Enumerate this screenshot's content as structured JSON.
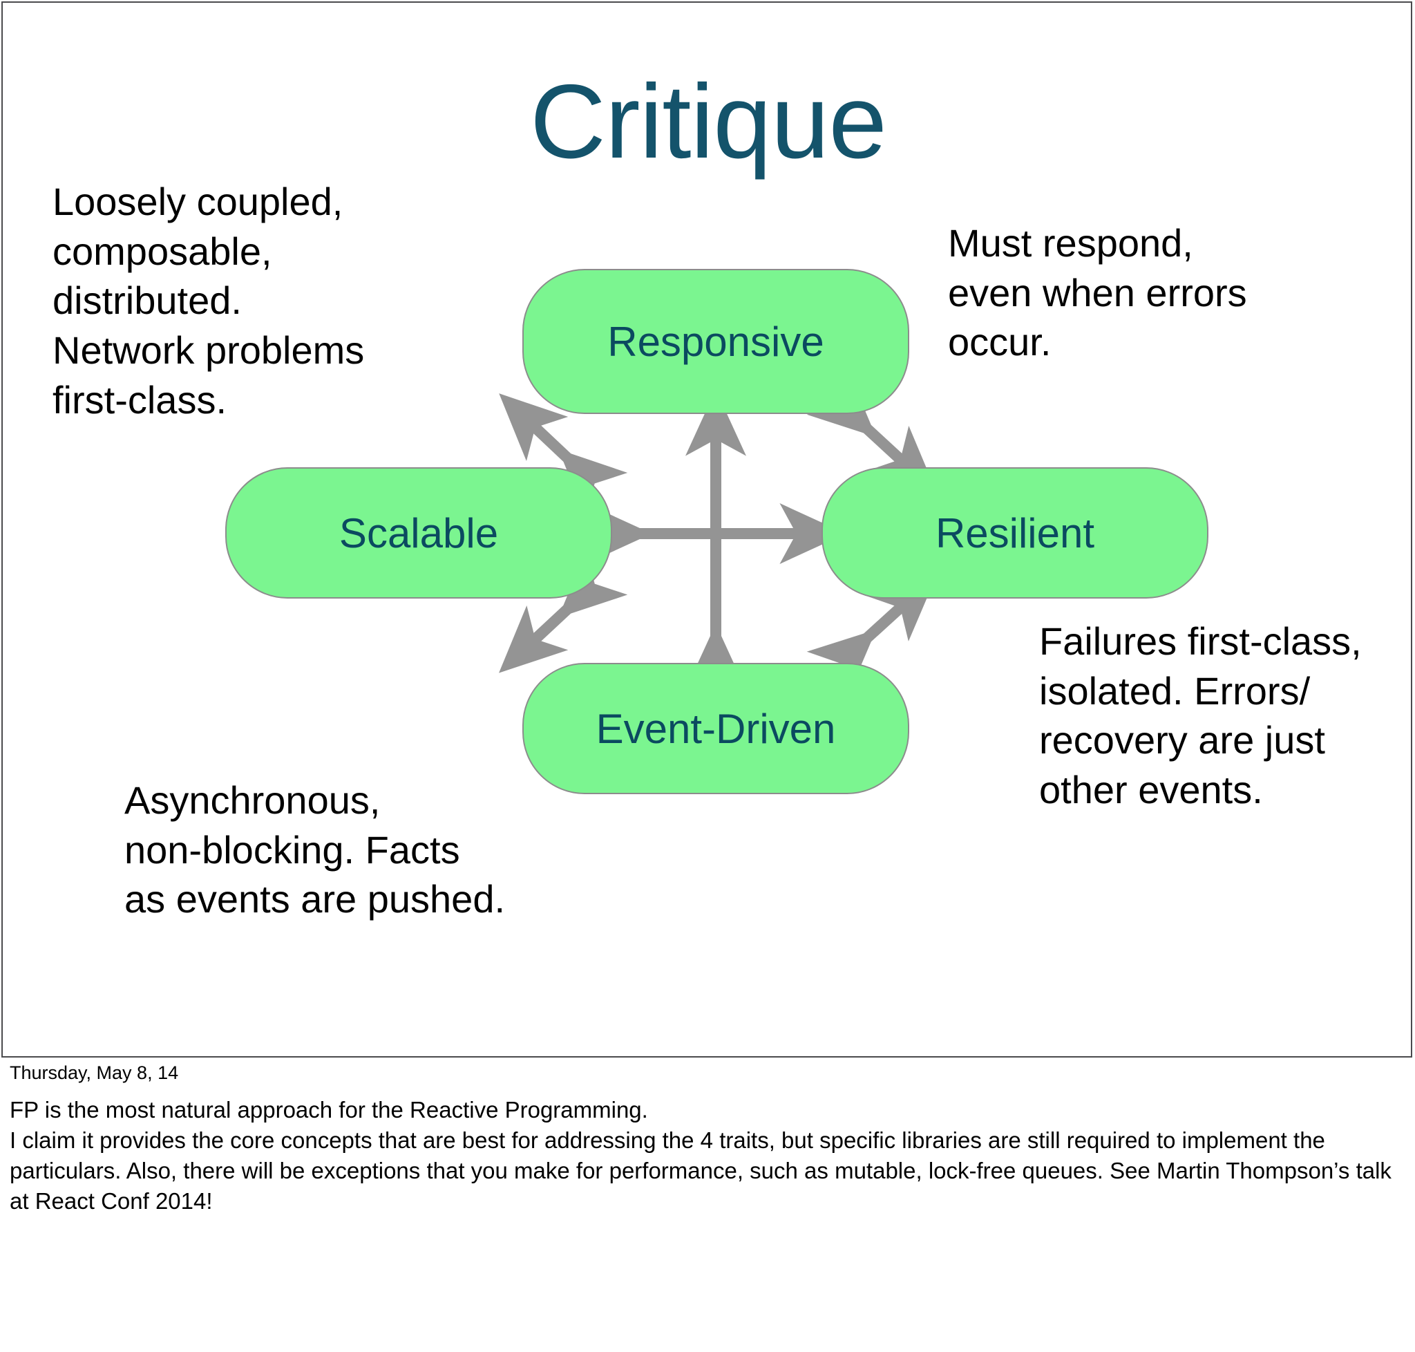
{
  "slide": {
    "title": "Critique",
    "title_color": "#14536b",
    "background": "#ffffff",
    "border_color": "#4a4a4d"
  },
  "annotations": {
    "top_left": "Loosely coupled,\ncomposable,\ndistributed.\nNetwork problems\nfirst-class.",
    "top_right": "Must respond,\neven when errors\noccur.",
    "bottom_right": "Failures first-class,\nisolated. Errors/\nrecovery are just\nother events.",
    "bottom_left": "Asynchronous,\nnon-blocking. Facts\nas events are pushed."
  },
  "diagram": {
    "node_fill": "#7BF590",
    "node_border": "#8C8C8C",
    "node_text_color": "#0B4A60",
    "arrow_color": "#949494",
    "nodes": [
      {
        "id": "responsive",
        "label": "Responsive"
      },
      {
        "id": "scalable",
        "label": "Scalable"
      },
      {
        "id": "resilient",
        "label": "Resilient"
      },
      {
        "id": "event-driven",
        "label": "Event-Driven"
      }
    ],
    "connections": [
      "scalable <-> responsive",
      "responsive <-> resilient",
      "scalable <-> event-driven",
      "event-driven <-> resilient",
      "scalable <-> resilient",
      "responsive <-> event-driven"
    ]
  },
  "footer": {
    "date": "Thursday, May 8, 14",
    "note_line_1": "FP is the most natural approach for the Reactive Programming.",
    "note_line_2": "I claim it provides the core concepts that are best for addressing the 4 traits, but specific libraries are still required to implement the particulars. Also, there will be exceptions that you make for performance, such as mutable, lock-free queues. See Martin Thompson’s talk at React Conf 2014!"
  }
}
